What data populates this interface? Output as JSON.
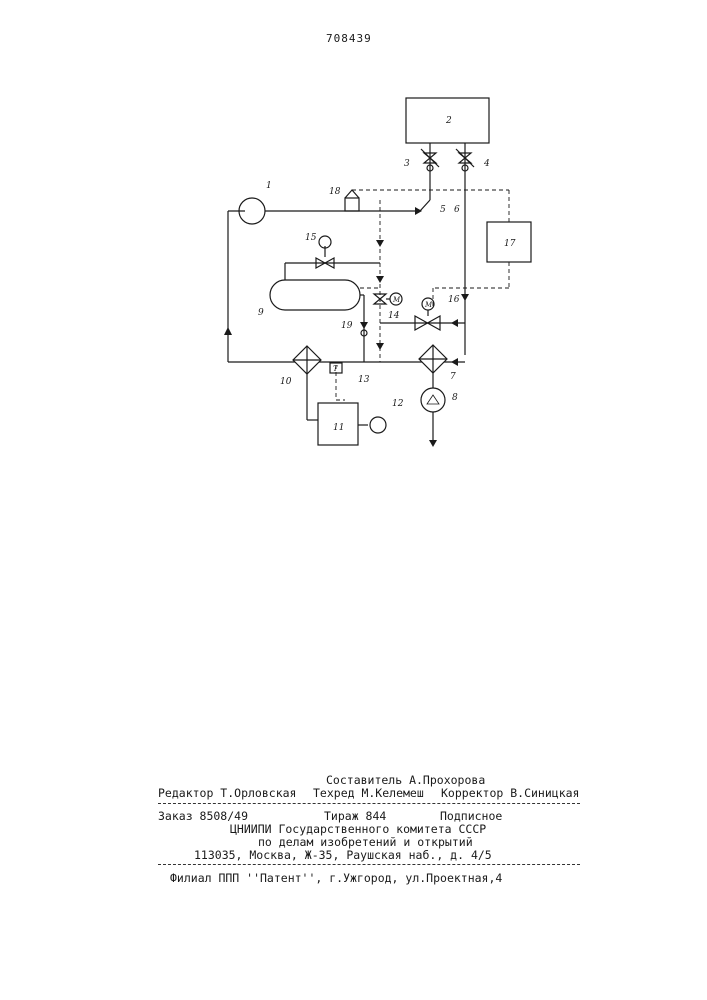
{
  "header": {
    "patent_number": "708439"
  },
  "diagram": {
    "labels": {
      "n1": "1",
      "n2": "2",
      "n3": "3",
      "n4": "4",
      "n5": "5",
      "n6": "6",
      "n7": "7",
      "n8": "8",
      "n9": "9",
      "n10": "10",
      "n11": "11",
      "n12": "12",
      "n13": "13",
      "n14": "14",
      "n15": "15",
      "n16": "16",
      "n17": "17",
      "n18": "18",
      "n19": "19",
      "m1": "M",
      "m2": "M",
      "t": "T"
    }
  },
  "colophon": {
    "compiler": "Составитель А.Прохорова",
    "editor": "Редактор Т.Орловская",
    "techred": "Техред М.Келемеш",
    "corrector": "Корректор В.Синицкая",
    "order": "Заказ 8508/49",
    "circulation": "Тираж 844",
    "subscription": "Подписное",
    "org1": "ЦНИИПИ Государственного комитета СССР",
    "org2": "по делам изобретений и открытий",
    "address": "113035, Москва, Ж-35, Раушская наб., д. 4/5",
    "branch": "Филиал ППП ''Патент'', г.Ужгород, ул.Проектная,4"
  }
}
